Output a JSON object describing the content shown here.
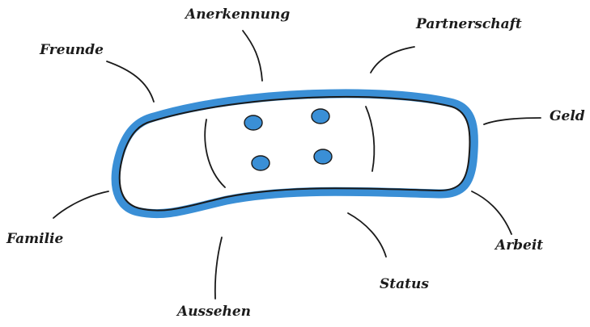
{
  "labels": {
    "anerkennung": "Anerkennung",
    "partnerschaft": "Partnerschaft",
    "freunde": "Freunde",
    "geld": "Geld",
    "familie": "Familie",
    "arbeit": "Arbeit",
    "status": "Status",
    "aussehen": "Aussehen"
  },
  "colors": {
    "bandage": "#3a8fd6",
    "ink": "#1a1a1a",
    "background": "#ffffff"
  }
}
